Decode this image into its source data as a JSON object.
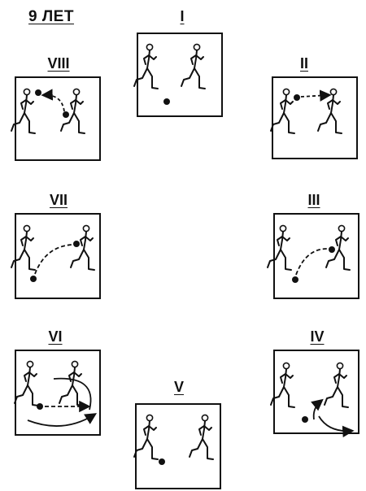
{
  "title": "9 ЛЕТ",
  "panels": [
    {
      "id": "I",
      "label": "I"
    },
    {
      "id": "II",
      "label": "II"
    },
    {
      "id": "III",
      "label": "III"
    },
    {
      "id": "IV",
      "label": "IV"
    },
    {
      "id": "V",
      "label": "V"
    },
    {
      "id": "VI",
      "label": "VI"
    },
    {
      "id": "VII",
      "label": "VII"
    },
    {
      "id": "VIII",
      "label": "VIII"
    }
  ]
}
